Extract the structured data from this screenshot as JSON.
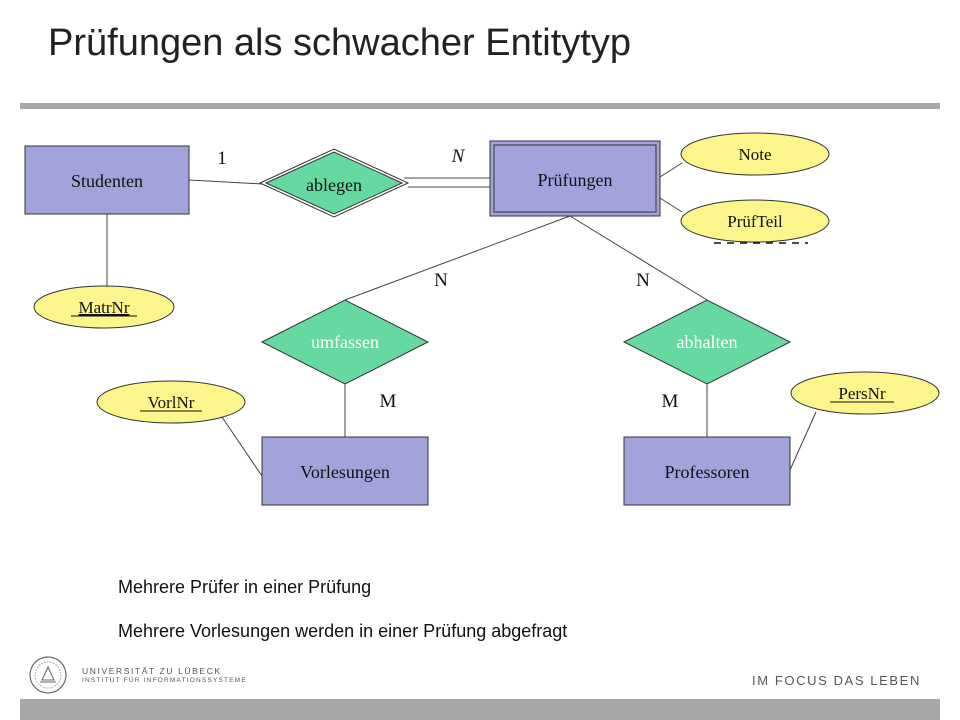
{
  "title": "Prüfungen als schwacher Entitytyp",
  "entities": {
    "studenten": "Studenten",
    "pruefungen": "Prüfungen",
    "vorlesungen": "Vorlesungen",
    "professoren": "Professoren"
  },
  "relationships": {
    "ablegen": "ablegen",
    "umfassen": "umfassen",
    "abhalten": "abhalten"
  },
  "attributes": {
    "note": "Note",
    "prueftel": "PrüfTeil",
    "matrnr": "MatrNr",
    "vorlnr": "VorlNr",
    "persnr": "PersNr"
  },
  "cardinalities": {
    "studenten_ablegen": "1",
    "ablegen_pruefungen": "N",
    "pruefungen_umfassen": "N",
    "pruefungen_abhalten": "N",
    "umfassen_vorlesungen": "M",
    "abhalten_professoren": "M"
  },
  "captions": [
    "Mehrere Prüfer in einer Prüfung",
    "Mehrere Vorlesungen werden in einer Prüfung abgefragt"
  ],
  "footer": {
    "university": "UNIVERSITÄT ZU LÜBECK",
    "institute": "INSTITUT FÜR INFORMATIONSSYSTEME",
    "slogan": "IM FOCUS DAS LEBEN"
  },
  "colors": {
    "entity_fill": "#a3a3dc",
    "relationship_fill": "#66d9a0",
    "attribute_fill": "#fbf58c",
    "line": "#333333"
  }
}
